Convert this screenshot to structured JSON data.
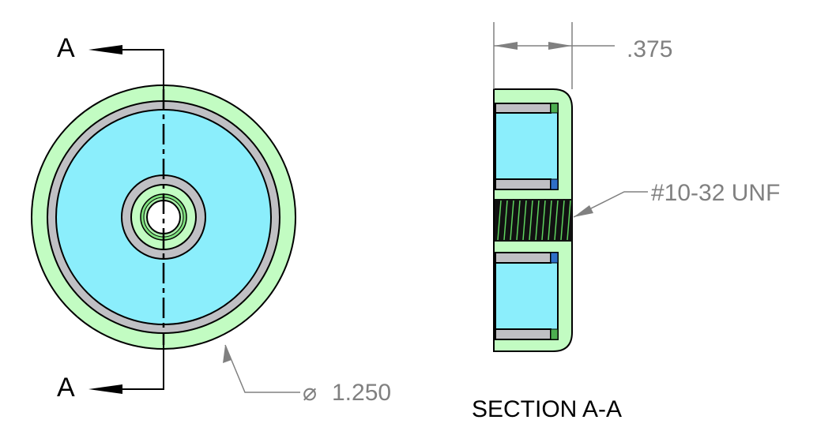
{
  "drawing": {
    "section_label_top": "A",
    "section_label_bottom": "A",
    "thickness_dim": ".375",
    "thread_callout": "#10-32 UNF",
    "diameter_symbol": "⌀",
    "diameter_dim": "1.250",
    "section_title": "SECTION A-A"
  },
  "colors": {
    "housing": "#c2fcc2",
    "magnet": "#8beefc",
    "plate": "#c0c0c4",
    "dim": "#808080",
    "accent_blue": "#2f6fc8",
    "accent_green": "#4caf50"
  }
}
